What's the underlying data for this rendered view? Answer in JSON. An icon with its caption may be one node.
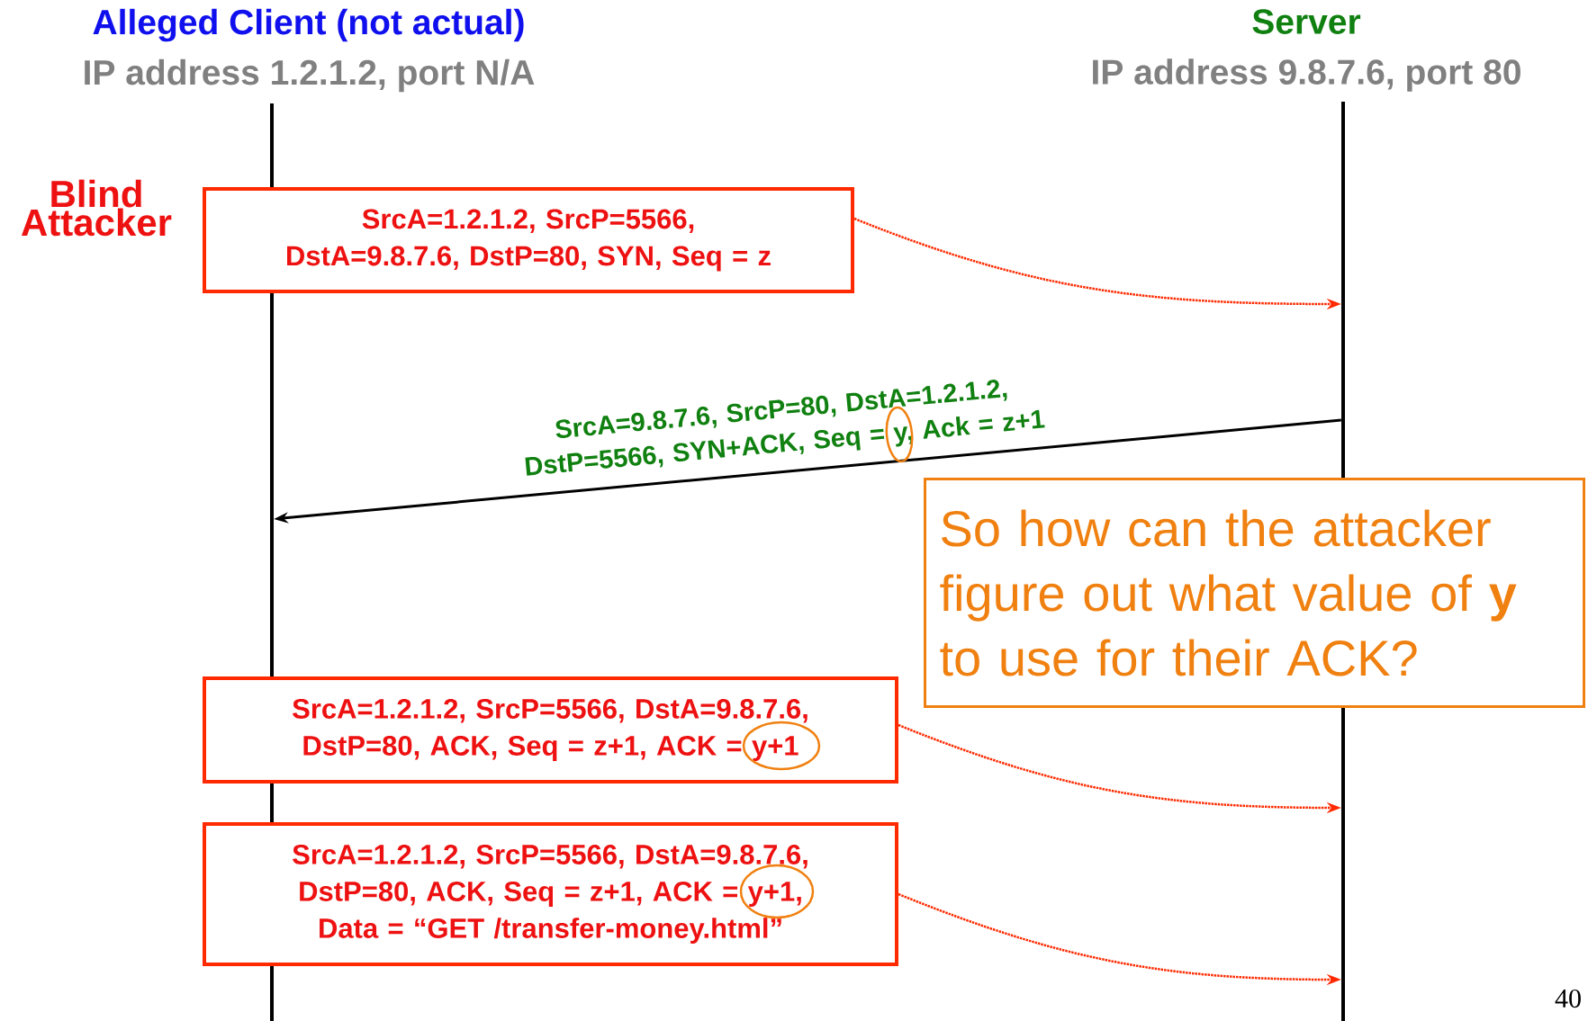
{
  "diagram": {
    "nodes": [
      {
        "text": [
          "Alleged Client (not actual)",
          "IP address 1.2.1.2, port **N/A**"
        ]
      },
      {
        "text": [
          "Server",
          "IP address 9.8.7.6, port 80"
        ]
      },
      {
        "text": [],
        "shape": "bar"
      },
      {
        "text": [],
        "shape": "bar"
      },
      {
        "text": [
          "SrcA=1.2.1.2, SrcP=5566, DstA=9.8.7.6, DstP=80, SYN, Seq = z"
        ]
      },
      {
        "text": [
          "So how can the attacker figure out what value of **y** to use for their ACK?"
        ]
      },
      {
        "text": [
          "SrcA=1.2.1.2, SrcP=5566, DstA=9.8.7.6, DstP=80, ACK, Seq = z+1, ACK = y+1"
        ]
      },
      {
        "text": [
          "SrcA=1.2.1.2, SrcP=5566, DstA=9.8.7.6, DstP=80, ACK, Seq = z+1, ACK = y+1, Data = “GET /transfer-money.html”"
        ]
      }
    ],
    "edges": [
      {
        "from": 4,
        "to": 3,
        "arrow": "to",
        "style": "dashed",
        "color": "#ff2a00"
      },
      {
        "from": 3,
        "to": 2,
        "arrow": "to",
        "label": "SrcA=9.8.7.6, SrcP=80, DstA=1.2.1.2, DstP=5566, SYN+ACK, Seq = y, Ack = z+1",
        "color": "#000000"
      },
      {
        "from": 6,
        "to": 3,
        "arrow": "to",
        "style": "dashed",
        "color": "#ff2a00"
      },
      {
        "from": 7,
        "to": 3,
        "arrow": "to",
        "style": "dashed",
        "color": "#ff2a00"
      }
    ],
    "labels": [
      "Blind Attacker",
      "40"
    ]
  }
}
